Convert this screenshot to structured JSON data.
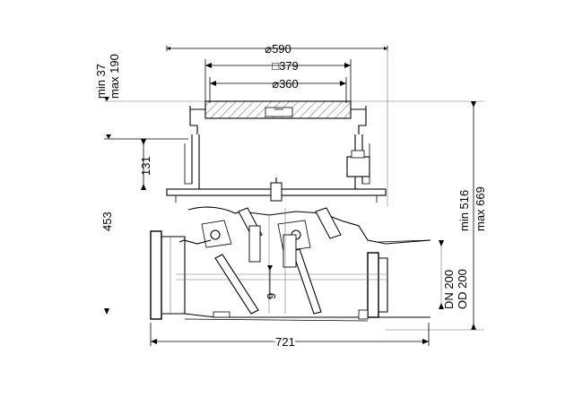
{
  "dimensions": {
    "outer_diameter": "590",
    "square_frame": "379",
    "inner_diameter": "360",
    "height_adjust_min": "min 37",
    "height_adjust_max": "max 190",
    "body_height_131": "131",
    "total_height": "453",
    "outlet_offset": "9",
    "pipe_dn": "DN 200",
    "pipe_od": "OD 200",
    "install_height_min": "min 516",
    "install_height_max": "max 669",
    "overall_length": "721"
  },
  "symbols": {
    "diameter": "⌀",
    "square": "□"
  }
}
